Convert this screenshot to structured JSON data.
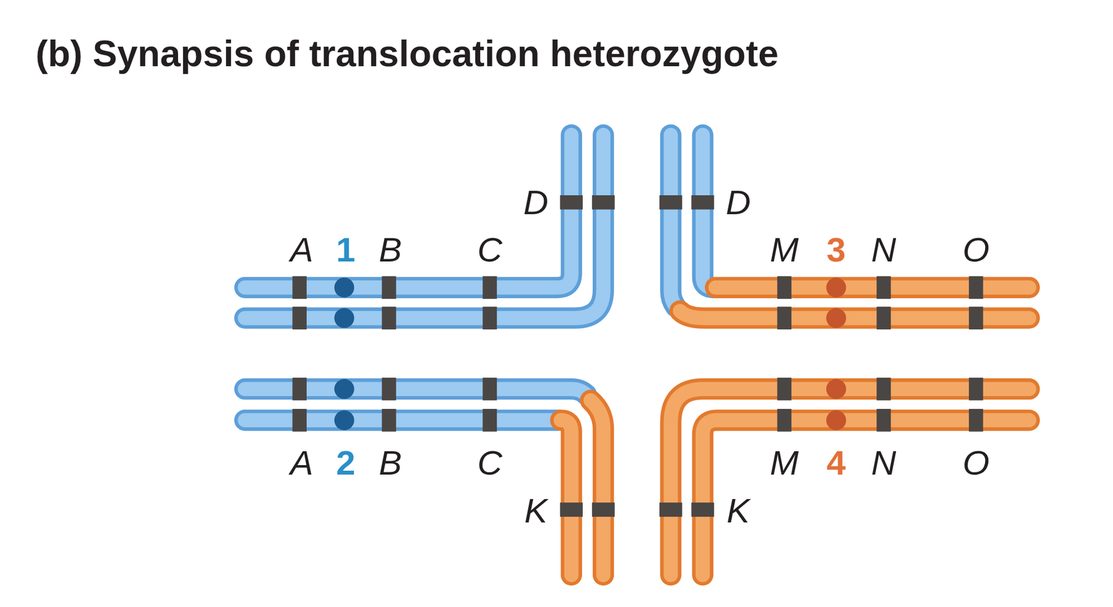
{
  "diagram": {
    "title": "(b) Synapsis of translocation heterozygote",
    "labels": [
      "D",
      "D",
      "A",
      "1",
      "B",
      "C",
      "M",
      "3",
      "N",
      "O",
      "A",
      "2",
      "B",
      "C",
      "M",
      "4",
      "N",
      "O",
      "K",
      "K"
    ]
  }
}
